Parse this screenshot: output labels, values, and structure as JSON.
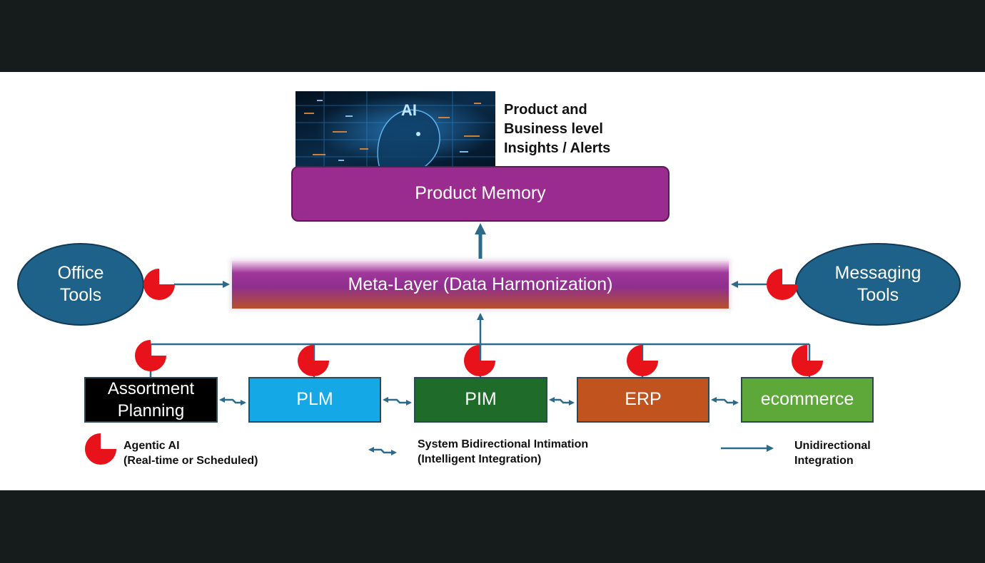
{
  "header": {
    "insights_lines": [
      "Product and",
      "Business level",
      "Insights / Alerts"
    ],
    "image_label": "AI"
  },
  "layers": {
    "memory": "Product Memory",
    "meta": "Meta-Layer (Data Harmonization)"
  },
  "tools": {
    "office_lines": [
      "Office",
      "Tools"
    ],
    "messaging_lines": [
      "Messaging",
      "Tools"
    ]
  },
  "systems": [
    {
      "label_lines": [
        "Assortment",
        "Planning"
      ],
      "color": "#000000"
    },
    {
      "label_lines": [
        "PLM"
      ],
      "color": "#14a8e6"
    },
    {
      "label_lines": [
        "PIM"
      ],
      "color": "#1e6b2a"
    },
    {
      "label_lines": [
        "ERP"
      ],
      "color": "#c1531f"
    },
    {
      "label_lines": [
        "ecommerce"
      ],
      "color": "#5ea83a"
    }
  ],
  "legend": {
    "agentic_lines": [
      "Agentic AI",
      "(Real-time or Scheduled)"
    ],
    "bidirectional_lines": [
      "System Bidirectional Intimation",
      "(Intelligent Integration)"
    ],
    "unidirectional_lines": [
      "Unidirectional",
      "Integration"
    ]
  },
  "colors": {
    "agent": "#e8121a",
    "connector": "#2c6a8a",
    "memory": "#9b2c8f",
    "ellipse": "#1e6189"
  }
}
